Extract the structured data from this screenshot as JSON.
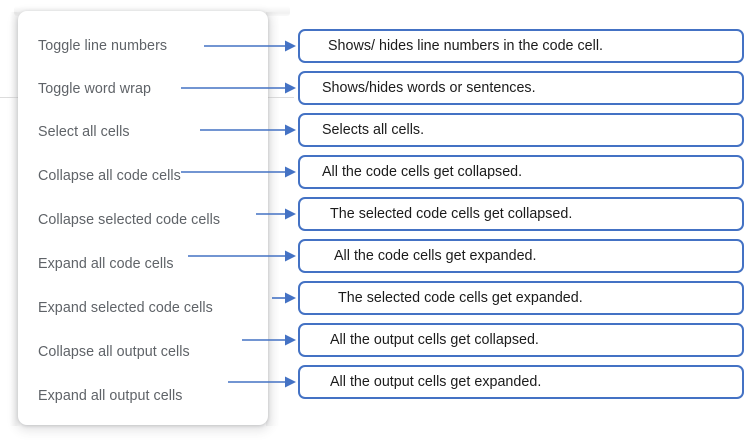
{
  "menu": {
    "name": "notebook-view-menu",
    "items": [
      {
        "label": "Toggle line numbers"
      },
      {
        "label": "Toggle word wrap"
      },
      {
        "label": "Select all cells"
      },
      {
        "label": "Collapse all code cells"
      },
      {
        "label": "Collapse selected code cells"
      },
      {
        "label": "Expand all code cells"
      },
      {
        "label": "Expand selected code cells"
      },
      {
        "label": "Collapse all output cells"
      },
      {
        "label": "Expand all output cells"
      }
    ]
  },
  "callouts": [
    {
      "text": "Shows/ hides line numbers in the code cell."
    },
    {
      "text": "Shows/hides words or sentences."
    },
    {
      "text": "Selects all cells."
    },
    {
      "text": "All the code cells get collapsed."
    },
    {
      "text": "The selected code cells get collapsed."
    },
    {
      "text": "All the code cells get expanded."
    },
    {
      "text": "The selected code cells get expanded."
    },
    {
      "text": "All the output cells get collapsed."
    },
    {
      "text": "All the output cells get expanded."
    }
  ],
  "colors": {
    "accent": "#4472c4",
    "menu_text": "#5f6368",
    "callout_text": "#1b1b1b",
    "panel_background": "#ffffff"
  },
  "layout": {
    "menu_item_tops": [
      36,
      79,
      122,
      166,
      210,
      254,
      298,
      342,
      386
    ],
    "callout_tops": [
      29,
      71,
      113,
      155,
      197,
      239,
      281,
      323,
      365
    ],
    "callout_text_indents": [
      28,
      22,
      22,
      22,
      30,
      34,
      38,
      30,
      30
    ],
    "arrow_starts": [
      204,
      181,
      200,
      181,
      256,
      188,
      272,
      242,
      228
    ],
    "arrow_tip": 296,
    "arrow_head_width": 11,
    "arrow_head_height": 11
  }
}
